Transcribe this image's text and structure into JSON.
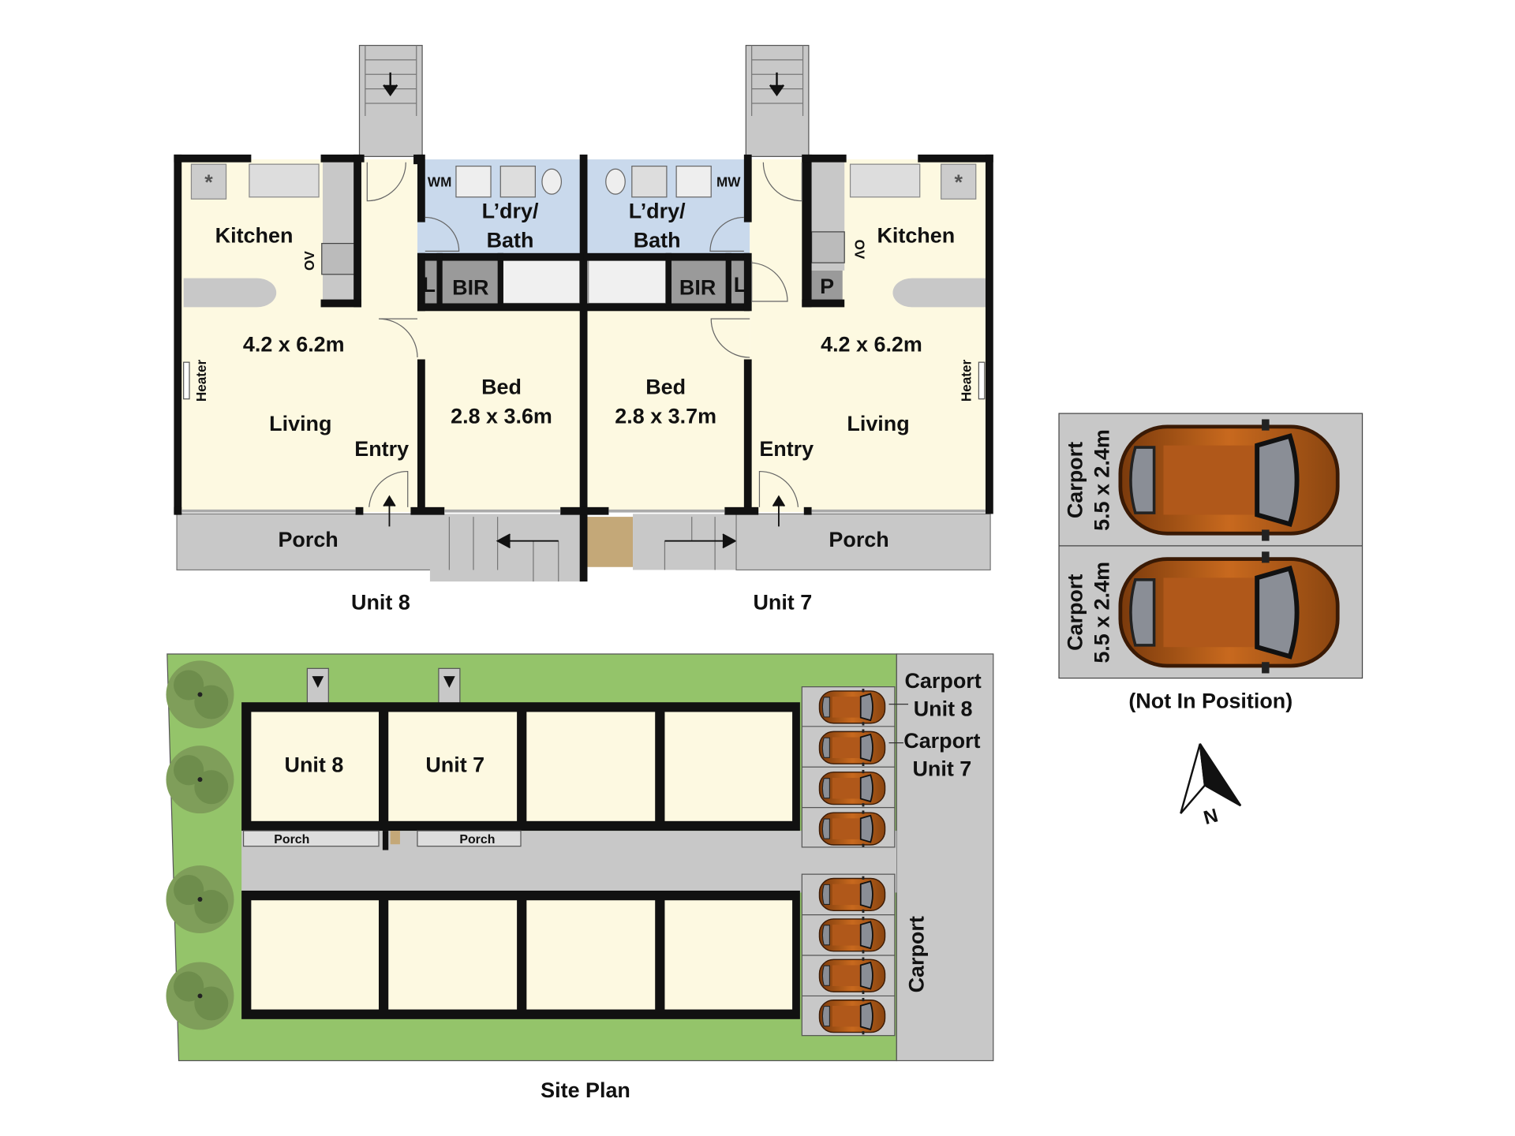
{
  "units": [
    {
      "name": "Unit 8",
      "kitchen": "Kitchen",
      "oven": "OV",
      "living": "Living",
      "living_size": "4.2 x 6.2m",
      "heater": "Heater",
      "entry": "Entry",
      "bath_line1": "L’dry/",
      "bath_line2": "Bath",
      "appliance": "WM",
      "linen": "L",
      "bir": "BIR",
      "bed": "Bed",
      "bed_size": "2.8 x 3.6m",
      "porch": "Porch"
    },
    {
      "name": "Unit 7",
      "kitchen": "Kitchen",
      "oven": "OV",
      "pantry": "P",
      "living": "Living",
      "living_size": "4.2 x 6.2m",
      "heater": "Heater",
      "entry": "Entry",
      "bath_line1": "L’dry/",
      "bath_line2": "Bath",
      "appliance": "MW",
      "linen": "L",
      "bir": "BIR",
      "bed": "Bed",
      "bed_size": "2.8 x 3.7m",
      "porch": "Porch"
    }
  ],
  "site_plan": {
    "title": "Site Plan",
    "unit_labels": [
      "Unit 8",
      "Unit 7"
    ],
    "porch_labels": [
      "Porch",
      "Porch"
    ],
    "carport_unit8": [
      "Carport",
      "Unit 8"
    ],
    "carport_unit7": [
      "Carport",
      "Unit 7"
    ],
    "carport_label": "Carport"
  },
  "carports": {
    "items": [
      {
        "label": "Carport",
        "size": "5.5 x 2.4m"
      },
      {
        "label": "Carport",
        "size": "5.5 x 2.4m"
      }
    ],
    "note": "(Not In Position)"
  },
  "compass": {
    "label": "N"
  },
  "colors": {
    "grass": "#94c46a",
    "room": "#fdf9e1",
    "bath": "#c9d9ec",
    "paving": "#c8c8c8",
    "car": "#b8621a"
  }
}
